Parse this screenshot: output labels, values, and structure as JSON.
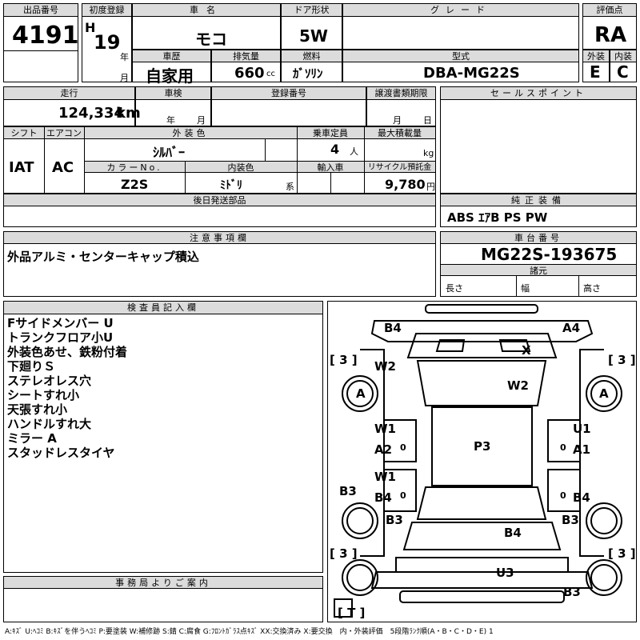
{
  "header": {
    "lot_no_label": "出品番号",
    "lot_no": "4191",
    "first_reg_label": "初度登録",
    "era": "H",
    "year": "19",
    "year_unit": "年",
    "month_unit": "月",
    "car_name_label": "車名",
    "car_name": "モコ",
    "door_label": "ドア形状",
    "door": "5W",
    "grade_label": "グレード",
    "grade": "",
    "score_label": "評価点",
    "score": "RA",
    "history_label": "車歴",
    "history": "自家用",
    "displacement_label": "排気量",
    "displacement": "660",
    "displacement_unit": "cc",
    "fuel_label": "燃料",
    "fuel": "ｶﾞｿﾘﾝ",
    "model_label": "型式",
    "model": "DBA-MG22S",
    "exterior_label": "外装",
    "exterior": "E",
    "interior_label": "内装",
    "interior": "C"
  },
  "row2": {
    "mileage_label": "走行",
    "mileage": "124,334",
    "mileage_unit": "km",
    "inspection_label": "車検",
    "inspection_year_unit": "年",
    "inspection_month_unit": "月",
    "reg_no_label": "登録番号",
    "transfer_label": "譲渡書類期限",
    "transfer_month_unit": "月",
    "transfer_day_unit": "日",
    "sales_point_label": "セールスポイント"
  },
  "row3": {
    "shift_label": "シフト",
    "shift": "IAT",
    "ac_label": "エアコン",
    "ac": "AC",
    "ext_color_label": "外装色",
    "ext_color": "ｼﾙﾊﾞｰ",
    "capacity_label": "乗車定員",
    "capacity": "4",
    "capacity_unit": "人",
    "load_label": "最大積載量",
    "load_unit": "kg",
    "color_no_label": "カラーNo.",
    "color_no": "Z2S",
    "int_color_label": "内装色",
    "int_color": "ﾐﾄﾞﾘ",
    "int_color_unit": "系",
    "import_label": "輸入車",
    "recycle_label": "リサイクル預託金",
    "recycle": "9,780",
    "recycle_unit": "円"
  },
  "later_parts_label": "後日発送部品",
  "options": {
    "label": "純正装備",
    "value": "ABS ｴｱB PS PW"
  },
  "caution": {
    "label": "注意事項欄",
    "value": "外品アルミ・センターキャップ積込"
  },
  "chassis": {
    "label": "車台番号",
    "value": "MG22S-193675",
    "dims_label": "諸元",
    "length_label": "長さ",
    "width_label": "幅",
    "height_label": "高さ"
  },
  "inspector": {
    "label": "検査員記入欄",
    "notes": [
      "Fサイドメンバー U",
      "トランクフロア小U",
      "外装色あせ、鉄粉付着",
      "下廻りＳ",
      "ステレオレス穴",
      "シートすれ小",
      "天張すれ小",
      "ハンドルすれ大",
      "ミラー A",
      "スタッドレスタイヤ"
    ]
  },
  "office": {
    "label": "事務局よりご案内"
  },
  "diagram": {
    "b4_tl": "B4",
    "a4_tr": "A4",
    "x_mark": "X",
    "bracket_3_tl": "[ 3 ]",
    "bracket_3_tr": "[ 3 ]",
    "w2_left": "W2",
    "w2_center": "W2",
    "tire_a_left": "A",
    "tire_a_right": "A",
    "w1_left": "W1",
    "u1_right": "U1",
    "a2_left": "A2",
    "a1_right": "A1",
    "zero_left": "0",
    "zero_right": "0",
    "p3_center": "P3",
    "b3_left_side": "B3",
    "w1_left_rear": "W1",
    "b4_left_rear": "B4",
    "b4_right_rear": "B4",
    "zero_left_rear": "0",
    "zero_right_rear": "0",
    "b3_left_lower": "B3",
    "b3_right_lower": "B3",
    "b4_center_rear": "B4",
    "bracket_3_bl": "[ 3 ]",
    "bracket_3_br": "[ 3 ]",
    "u3_bottom": "U3",
    "b3_bottom": "B3",
    "bracket_t": "[ T ]"
  },
  "footer": "A:ｷｽﾞ U:ﾍｺﾐ B:ｷｽﾞを伴うﾍｺﾐ P:要塗装 W:補修跡 S:錆 C:腐食 G:ﾌﾛﾝﾄｶﾞﾗｽ点ｷｽﾞ XX:交換済み X:要交換　内・外装評価　5段階ﾗﾝｸ順(A・B・C・D・E) 1"
}
